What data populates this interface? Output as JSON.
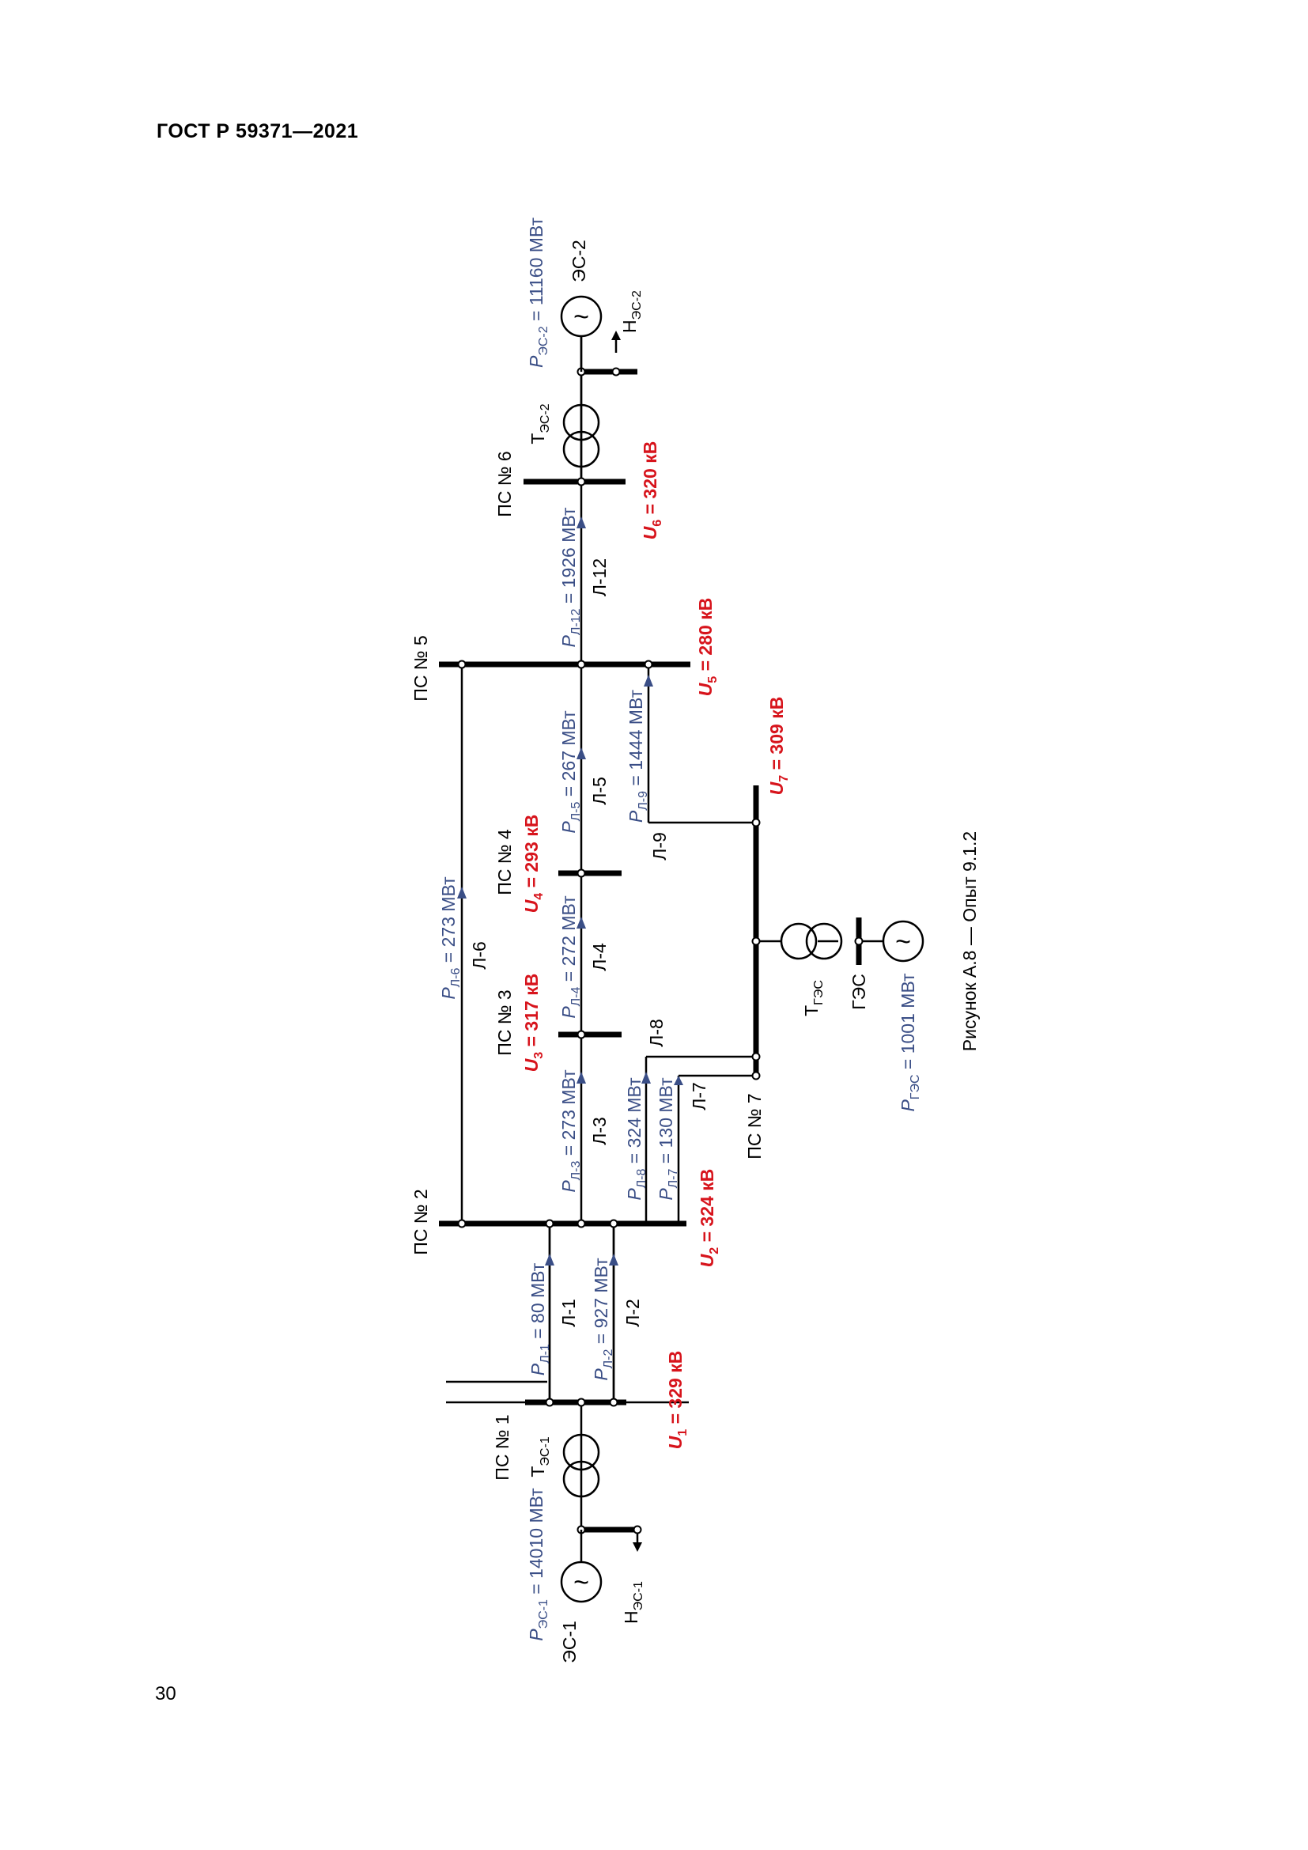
{
  "header": {
    "title": "ГОСТ Р 59371—2021"
  },
  "page": {
    "number": "30"
  },
  "figure": {
    "caption": "Рисунок А.8 — Опыт 9.1.2",
    "substations": {
      "ps1": "ПС № 1",
      "ps2": "ПС № 2",
      "ps3": "ПС № 3",
      "ps4": "ПС № 4",
      "ps5": "ПС № 5",
      "ps6": "ПС № 6",
      "ps7": "ПС № 7"
    },
    "lines": {
      "l1": "Л-1",
      "l2": "Л-2",
      "l3": "Л-3",
      "l4": "Л-4",
      "l5": "Л-5",
      "l6": "Л-6",
      "l7": "Л-7",
      "l8": "Л-8",
      "l9": "Л-9",
      "l12": "Л-12"
    },
    "powers": {
      "p_l1": {
        "sub": "Л-1",
        "value": " = 80 МВт"
      },
      "p_l2": {
        "sub": "Л-2",
        "value": " = 927 МВт"
      },
      "p_l3": {
        "sub": "Л-3",
        "value": " = 273 МВт"
      },
      "p_l4": {
        "sub": "Л-4",
        "value": " = 272 МВт"
      },
      "p_l5": {
        "sub": "Л-5",
        "value": " = 267 МВт"
      },
      "p_l6": {
        "sub": "Л-6",
        "value": " = 273 МВт"
      },
      "p_l7": {
        "sub": "Л-7",
        "value": " = 130 МВт"
      },
      "p_l8": {
        "sub": "Л-8",
        "value": " = 324 МВт"
      },
      "p_l9": {
        "sub": "Л-9",
        "value": " = 1444 МВт"
      },
      "p_l12": {
        "sub": "Л-12",
        "value": " = 1926 МВт"
      },
      "p_es1": {
        "sub": "ЭС-1",
        "value": " = 14010 МВт"
      },
      "p_es2": {
        "sub": "ЭС-2",
        "value": " = 11160 МВт"
      },
      "p_ges": {
        "sub": "ГЭС",
        "value": " = 1001 МВт"
      }
    },
    "voltages": {
      "u1": {
        "sub": "1",
        "value": " = 329 кВ"
      },
      "u2": {
        "sub": "2",
        "value": " = 324 кВ"
      },
      "u3": {
        "sub": "3",
        "value": " = 317 кВ"
      },
      "u4": {
        "sub": "4",
        "value": " = 293 кВ"
      },
      "u5": {
        "sub": "5",
        "value": " = 280 кВ"
      },
      "u6": {
        "sub": "6",
        "value": " = 320 кВ"
      },
      "u7": {
        "sub": "7",
        "value": " = 309 кВ"
      }
    },
    "equipment": {
      "es1": "ЭС-1",
      "es2": "ЭС-2",
      "ges": "ГЭС",
      "t_es1_sub": "ЭС-1",
      "t_es2_sub": "ЭС-2",
      "t_ges_sub": "ГЭС",
      "n_es1_sub": "ЭС-1",
      "n_es2_sub": "ЭС-2",
      "t_letter": "Т",
      "n_letter": "Н",
      "p_letter": "P",
      "u_letter": "U",
      "gen_symbol": "~"
    },
    "colors": {
      "power": "#3a4e86",
      "voltage": "#d7141c"
    }
  }
}
